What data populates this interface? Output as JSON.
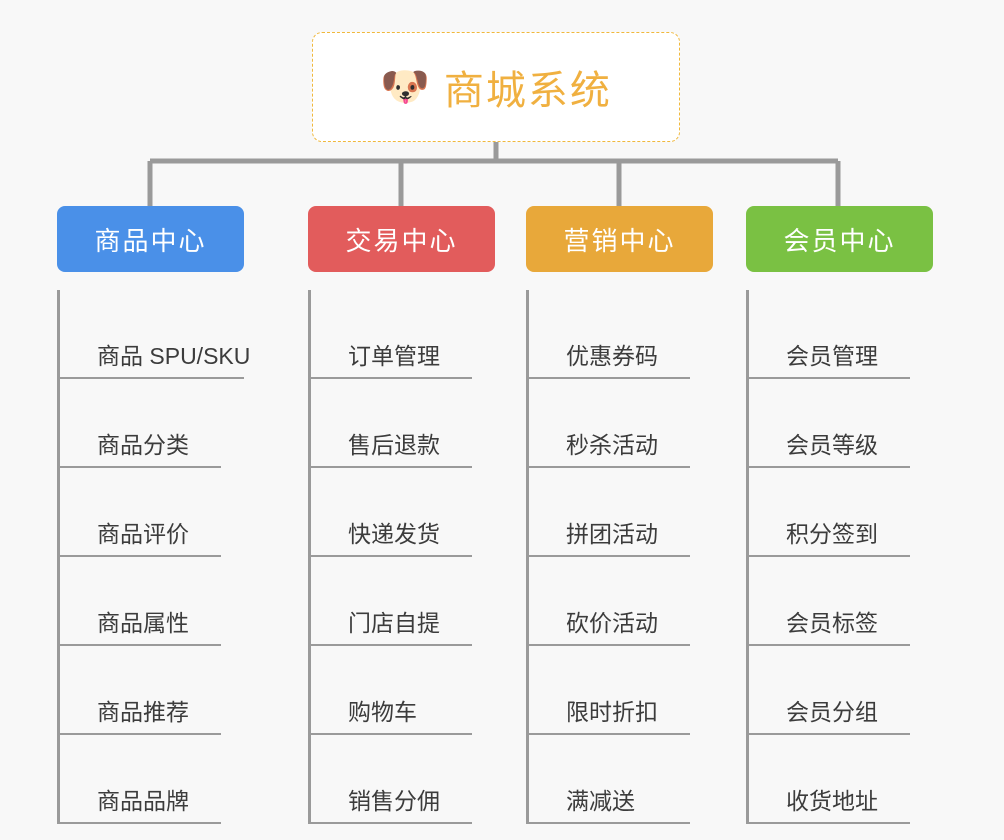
{
  "background_color": "#f8f8f8",
  "root": {
    "icon": "shiba-dog-face-icon",
    "icon_glyph": "🐶",
    "title": "商城系统",
    "title_color": "#f0b040",
    "border_color": "#f0b83c",
    "border_style": "dashed",
    "fill_color": "#ffffff"
  },
  "connector_color": "#9a9a9a",
  "columns": [
    {
      "id": "product-center",
      "label": "商品中心",
      "color": "#4a90e8",
      "items": [
        {
          "label": "商品 SPU/SKU"
        },
        {
          "label": "商品分类"
        },
        {
          "label": "商品评价"
        },
        {
          "label": "商品属性"
        },
        {
          "label": "商品推荐"
        },
        {
          "label": "商品品牌"
        }
      ]
    },
    {
      "id": "trade-center",
      "label": "交易中心",
      "color": "#e25c5c",
      "items": [
        {
          "label": "订单管理"
        },
        {
          "label": "售后退款"
        },
        {
          "label": "快递发货"
        },
        {
          "label": "门店自提"
        },
        {
          "label": "购物车"
        },
        {
          "label": "销售分佣"
        }
      ]
    },
    {
      "id": "marketing-center",
      "label": "营销中心",
      "color": "#e8a83a",
      "items": [
        {
          "label": "优惠券码"
        },
        {
          "label": "秒杀活动"
        },
        {
          "label": "拼团活动"
        },
        {
          "label": "砍价活动"
        },
        {
          "label": "限时折扣"
        },
        {
          "label": "满减送"
        }
      ]
    },
    {
      "id": "member-center",
      "label": "会员中心",
      "color": "#7ac143",
      "items": [
        {
          "label": "会员管理"
        },
        {
          "label": "会员等级"
        },
        {
          "label": "积分签到"
        },
        {
          "label": "会员标签"
        },
        {
          "label": "会员分组"
        },
        {
          "label": "收货地址"
        }
      ]
    }
  ]
}
